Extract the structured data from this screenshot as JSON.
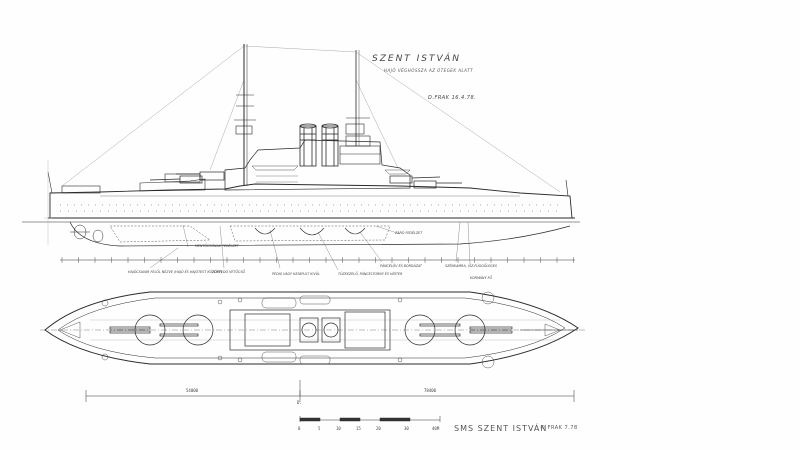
{
  "drawing": {
    "title": "SZENT ISTVÁN",
    "subtitle": "HAJÓ VÉGHOSSZA AZ ÜTEGEK ALATT",
    "signature": "D.FRAK 16.4.78.",
    "caption": "SMS SZENT ISTVÁN",
    "copyright": "© FRAK 7.78",
    "dimension_left": "54000",
    "dimension_right": "78400",
    "dimension_mid": "D.",
    "scale_ticks": [
      "0",
      "5",
      "10",
      "15",
      "20",
      "30",
      "40M"
    ],
    "side_notes": [
      "MENTŐCSÓNAK FEDÉLZET",
      "ZÁRÓ FEDÉLZET",
      "HAJÓCSAVAR FELŐL NÉZVE (HAJÓ ÉS HAJÓTEST KÖZÖTT)",
      "TORPEDÓ VETŐCSŐ",
      "PEDIG VAGY KATAPULT KIVÜL",
      "TÜZKEZELŐ, PÁNCÉLTORNY ÉS HÍDTER",
      "PÁNCÉLÖV ÉS BORDÁZAT",
      "SZÉNKAMRA, VÍZ-FÜGGŐLEGES",
      "KORMÁNY FŐ"
    ]
  }
}
